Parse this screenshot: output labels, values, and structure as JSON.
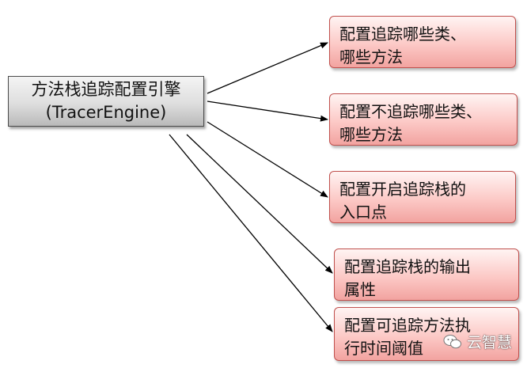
{
  "engine": {
    "line1": "方法栈追踪配置引擎",
    "line2": "(TracerEngine)"
  },
  "items": [
    {
      "lines": [
        "配置追踪哪些类、",
        "哪些方法"
      ]
    },
    {
      "lines": [
        "配置不追踪哪些类、",
        "哪些方法"
      ]
    },
    {
      "lines": [
        "配置开启追踪栈的",
        "入口点"
      ]
    },
    {
      "lines": [
        "配置追踪栈的输出",
        "属性"
      ]
    },
    {
      "lines": [
        "配置可追踪方法执",
        "行时间阈值"
      ]
    }
  ],
  "watermark": {
    "label": "云智慧",
    "icon": "wechat-icon"
  },
  "colors": {
    "engine_border": "#4a4a4a",
    "item_border": "#c0504d",
    "item_fill": "#fcc9c6",
    "arrow": "#000000"
  }
}
